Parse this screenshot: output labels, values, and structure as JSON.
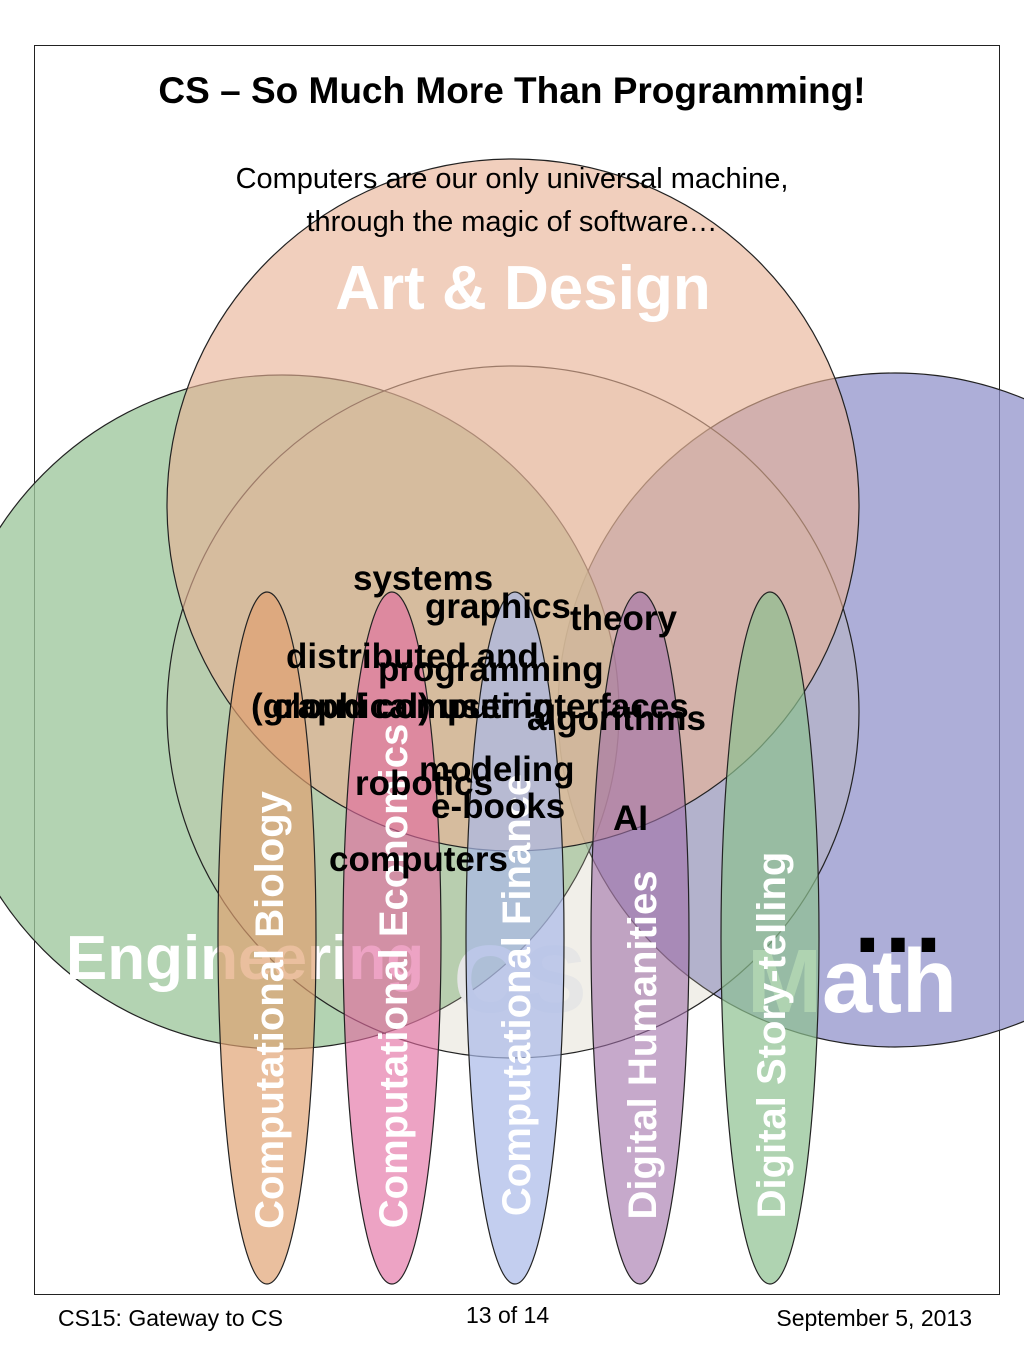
{
  "slide": {
    "title": "CS – So Much More Than Programming!",
    "subtitle_lines": [
      "Computers are our only universal machine,",
      "through the magic of software…"
    ]
  },
  "diagram": {
    "circle_labels": {
      "art_design": "Art & Design",
      "engineering": "Engineering",
      "cs": "CS",
      "math": "Math",
      "ellipsis": "…"
    },
    "topics": {
      "systems": "systems",
      "graphics": "graphics",
      "theory": "theory",
      "distributed": "distributed and",
      "programming": "programming",
      "graphical_user": "(graphical) user interfaces",
      "cloud_computing": "cloud computing",
      "algorithms": "algorithms",
      "modeling": "modeling",
      "robotics": "robotics",
      "ebooks": "e-books",
      "ai": "AI",
      "computers": "computers"
    },
    "ellipse_labels": {
      "comp_bio": "Computational Biology",
      "comp_econ": "Computational Economics",
      "comp_fin": "Computational Finance",
      "digital_hum": "Digital Humanities",
      "digital_story": "Digital Story-telling"
    },
    "colors": {
      "art_design": "#e8b294",
      "engineering": "#9ec79c",
      "math": "#8e8fc9",
      "comp_bio": "#e0a070",
      "comp_econ": "#e26aa0",
      "comp_fin": "#a9b9e8",
      "digital_hum": "#a070a8",
      "digital_story": "#8dc090"
    }
  },
  "footer": {
    "course": "CS15: Gateway to CS",
    "page_number": "13",
    "page_of": "of 14",
    "date": "September 5, 2013"
  }
}
